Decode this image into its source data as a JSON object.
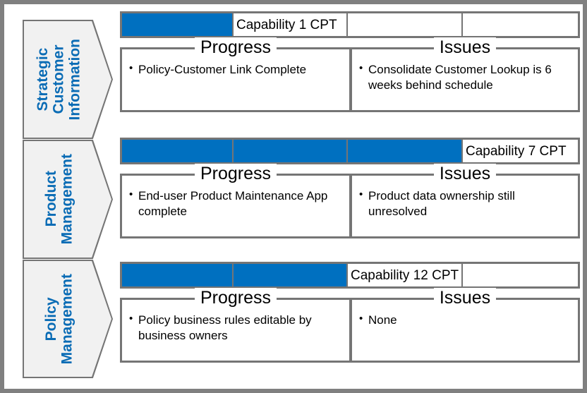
{
  "colors": {
    "accent_blue": "#0070C0",
    "chevron_label_blue": "#0A6CB5",
    "border_gray": "#757575",
    "chevron_fill": "#F1F1F1",
    "frame_gray": "#808080",
    "panel_background": "#FFFFFF"
  },
  "panel_headers": {
    "progress": "Progress",
    "issues": "Issues"
  },
  "phases": [
    {
      "id": "strategic-customer-information",
      "label": "Strategic\nCustomer\nInformation",
      "capability_bar": {
        "total_cells": 4,
        "filled_cells": 1,
        "label_cell_index": 1,
        "label": "Capability 1 CPT",
        "cells": [
          {
            "state": "filled",
            "text": ""
          },
          {
            "state": "label",
            "text": "Capability 1 CPT"
          },
          {
            "state": "empty",
            "text": ""
          },
          {
            "state": "empty",
            "text": ""
          }
        ]
      },
      "progress_items": [
        "Policy-Customer Link Complete"
      ],
      "issues_items": [
        "Consolidate Customer Lookup is 6 weeks behind schedule"
      ]
    },
    {
      "id": "product-management",
      "label": "Product\nManagement",
      "capability_bar": {
        "total_cells": 4,
        "filled_cells": 3,
        "label_cell_index": 3,
        "label": "Capability 7 CPT",
        "cells": [
          {
            "state": "filled",
            "text": ""
          },
          {
            "state": "filled",
            "text": ""
          },
          {
            "state": "filled",
            "text": ""
          },
          {
            "state": "label",
            "text": "Capability 7 CPT"
          }
        ]
      },
      "progress_items": [
        "End-user Product Maintenance App complete"
      ],
      "issues_items": [
        "Product data ownership still unresolved"
      ]
    },
    {
      "id": "policy-management",
      "label": "Policy\nManagement",
      "capability_bar": {
        "total_cells": 4,
        "filled_cells": 2,
        "label_cell_index": 2,
        "label": "Capability 12 CPT",
        "cells": [
          {
            "state": "filled",
            "text": ""
          },
          {
            "state": "filled",
            "text": ""
          },
          {
            "state": "label",
            "text": "Capability 12 CPT"
          },
          {
            "state": "empty",
            "text": ""
          }
        ]
      },
      "progress_items": [
        "Policy business rules editable by business owners"
      ],
      "issues_items": [
        "None"
      ]
    }
  ]
}
